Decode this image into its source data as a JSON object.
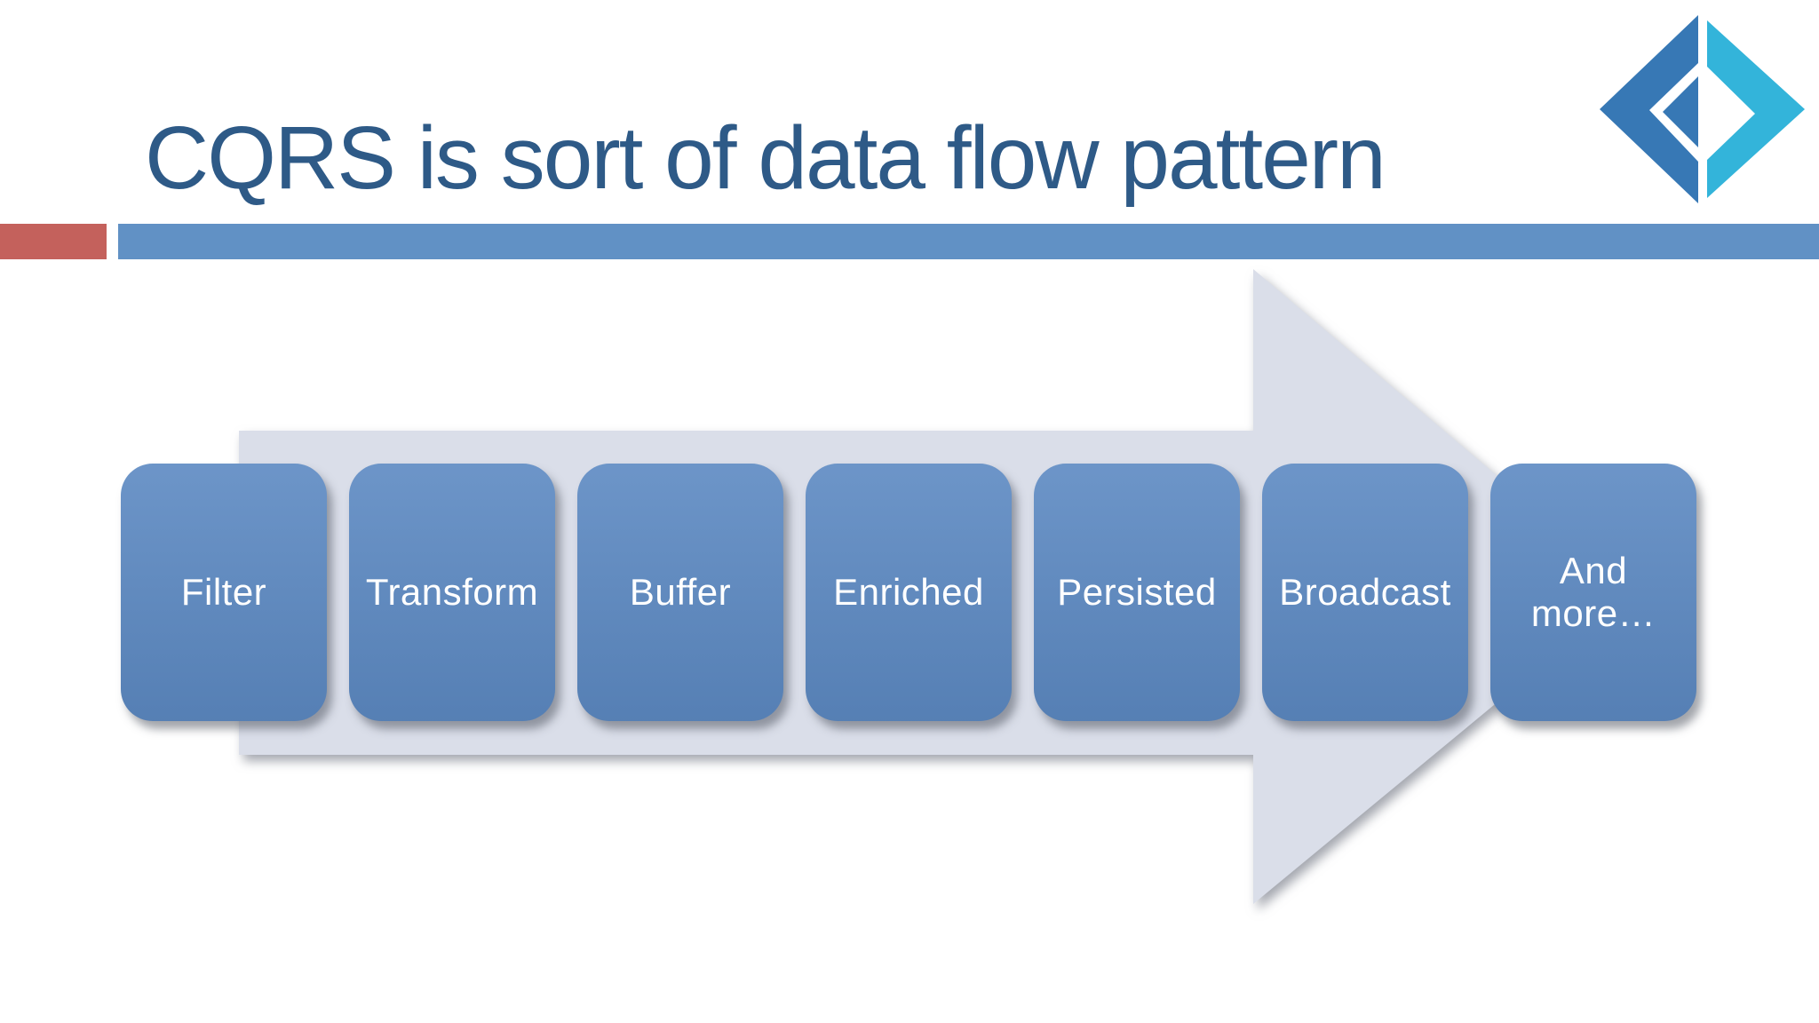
{
  "slide": {
    "title": "CQRS is sort of data flow pattern",
    "logo_name": "fsharp-logo",
    "colors": {
      "title_text": "#2E5A87",
      "accent_red": "#C4615C",
      "accent_bar": "#6191C5",
      "arrow_fill": "#DADEE9",
      "box_fill": "#5C89C2",
      "box_text": "#FFFFFF",
      "logo_left": "#3778B5",
      "logo_right": "#33B4DA"
    },
    "flow_steps": [
      {
        "label": "Filter"
      },
      {
        "label": "Transform"
      },
      {
        "label": "Buffer"
      },
      {
        "label": "Enriched"
      },
      {
        "label": "Persisted"
      },
      {
        "label": "Broadcast"
      },
      {
        "label": "And more…"
      }
    ]
  }
}
